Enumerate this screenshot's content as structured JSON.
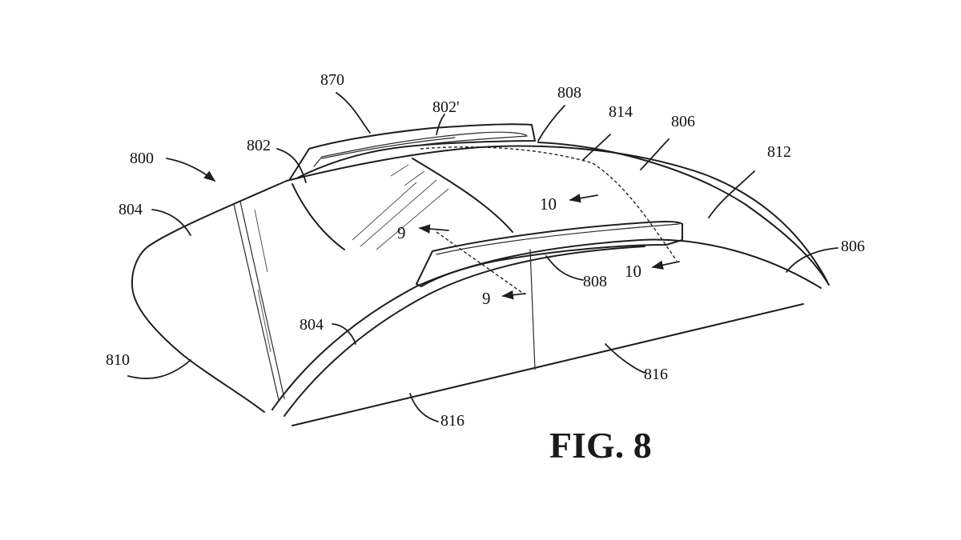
{
  "figure": {
    "caption": "FIG. 8",
    "labels": {
      "l870": "870",
      "l802p": "802'",
      "l808_top": "808",
      "l814": "814",
      "l806_top": "806",
      "l812": "812",
      "l800": "800",
      "l802": "802",
      "l804_left": "804",
      "l806_right": "806",
      "l808_mid": "808",
      "l804_bottom": "804",
      "l810": "810",
      "l816_right": "816",
      "l816_bottom": "816"
    },
    "section_marks": {
      "s9a": "9",
      "s9b": "9",
      "s10a": "10",
      "s10b": "10"
    }
  }
}
